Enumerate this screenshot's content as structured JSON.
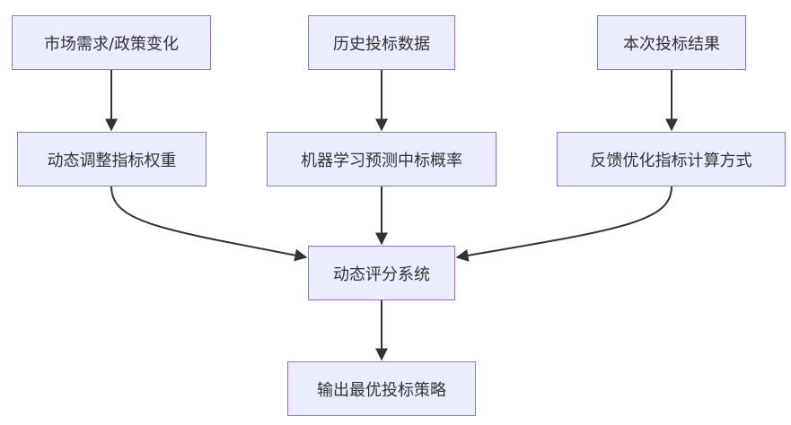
{
  "nodes": {
    "market_policy": "市场需求/政策变化",
    "historical_data": "历史投标数据",
    "current_result": "本次投标结果",
    "dynamic_weights": "动态调整指标权重",
    "ml_prediction": "机器学习预测中标概率",
    "feedback_optimize": "反馈优化指标计算方式",
    "scoring_system": "动态评分系统",
    "optimal_strategy": "输出最优投标策略"
  },
  "edges": [
    {
      "from": "market_policy",
      "to": "dynamic_weights"
    },
    {
      "from": "historical_data",
      "to": "ml_prediction"
    },
    {
      "from": "current_result",
      "to": "feedback_optimize"
    },
    {
      "from": "dynamic_weights",
      "to": "scoring_system"
    },
    {
      "from": "ml_prediction",
      "to": "scoring_system"
    },
    {
      "from": "feedback_optimize",
      "to": "scoring_system"
    },
    {
      "from": "scoring_system",
      "to": "optimal_strategy"
    }
  ],
  "colors": {
    "node_fill": "#ececff",
    "node_border": "#9370db",
    "edge": "#333333",
    "text": "#333333"
  }
}
